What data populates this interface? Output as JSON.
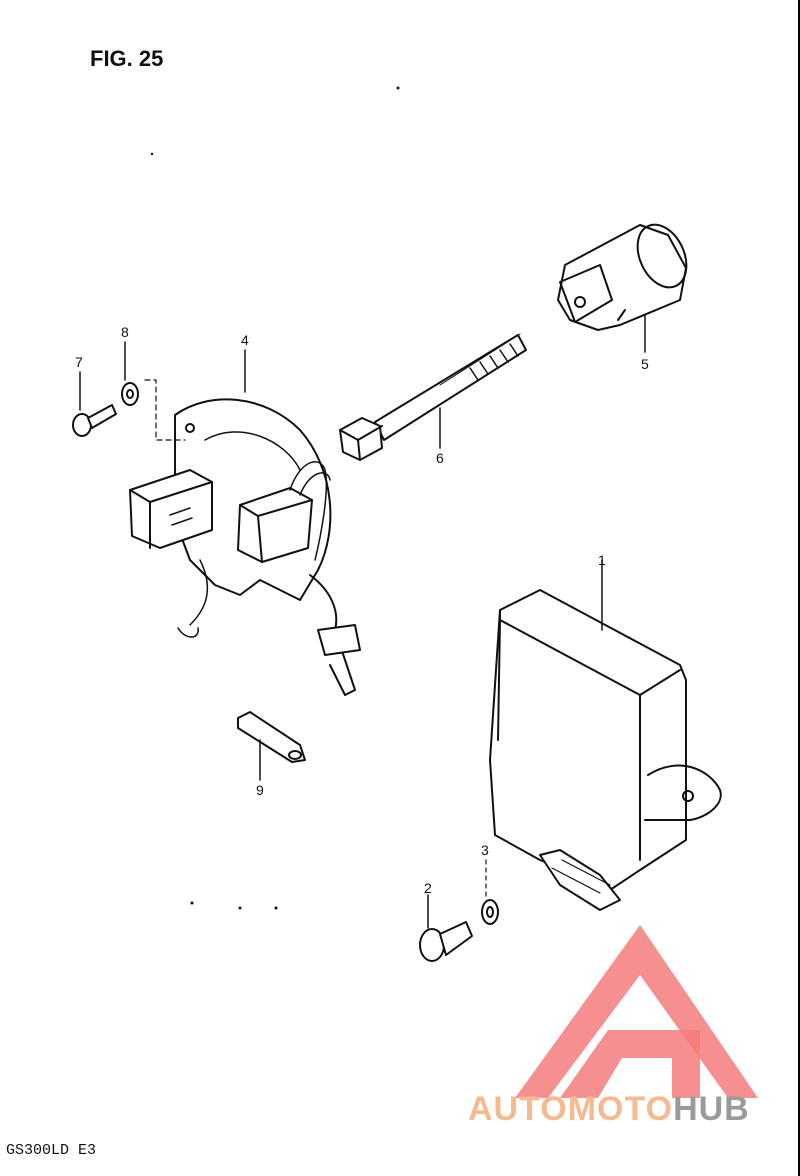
{
  "figure": {
    "title": "FIG. 25",
    "model_code": "GS300LD E3"
  },
  "callouts": [
    {
      "id": "1",
      "label": "1"
    },
    {
      "id": "2",
      "label": "2"
    },
    {
      "id": "3",
      "label": "3"
    },
    {
      "id": "4",
      "label": "4"
    },
    {
      "id": "5",
      "label": "5"
    },
    {
      "id": "6",
      "label": "6"
    },
    {
      "id": "7",
      "label": "7"
    },
    {
      "id": "8",
      "label": "8"
    },
    {
      "id": "9",
      "label": "9"
    }
  ],
  "watermark": {
    "part1": "AUTOMOTO",
    "part2": "HUB",
    "accent": "#f47c7c",
    "accent2": "#f7b98e",
    "gray": "#9a9a9a"
  }
}
